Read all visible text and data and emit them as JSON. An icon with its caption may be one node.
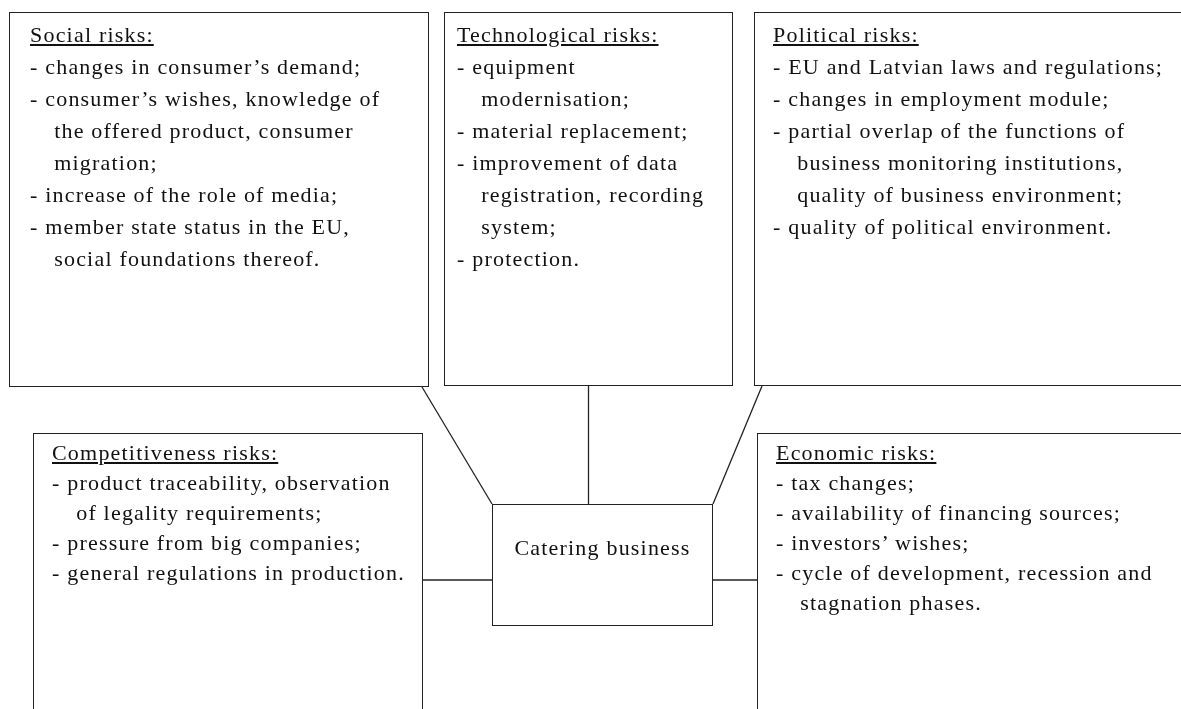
{
  "diagram": {
    "nodes": [
      {
        "text": [
          "Social risks:",
          "- changes in consumer’s demand;",
          "- consumer’s wishes, knowledge of the offered product, consumer migration;",
          "- increase of the role of media;",
          "- member state status in the EU, social foundations thereof."
        ]
      },
      {
        "text": [
          "Technological risks:",
          "- equipment modernisation;",
          "- material replacement;",
          "- improvement of data registration, recording system;",
          "- protection."
        ]
      },
      {
        "text": [
          "Political risks:",
          "- EU and Latvian laws and regulations;",
          "- changes in employment module;",
          "- partial overlap of the functions of business monitoring institutions, quality of business environment;",
          "- quality of political environment."
        ]
      },
      {
        "text": [
          "Competitiveness risks:",
          "- product traceability, observation of legality requirements;",
          "- pressure from big companies;",
          "- general regulations in production."
        ]
      },
      {
        "text": [
          "Catering business"
        ]
      },
      {
        "text": [
          "Economic risks:",
          "- tax changes;",
          "- availability of financing sources;",
          "- investors’ wishes;",
          "- cycle of development, recession and stagnation phases."
        ]
      }
    ],
    "edges": [
      {
        "from": 0,
        "to": 4,
        "arrow": "none"
      },
      {
        "from": 1,
        "to": 4,
        "arrow": "none"
      },
      {
        "from": 2,
        "to": 4,
        "arrow": "none"
      },
      {
        "from": 3,
        "to": 4,
        "arrow": "none"
      },
      {
        "from": 5,
        "to": 4,
        "arrow": "none"
      }
    ]
  }
}
